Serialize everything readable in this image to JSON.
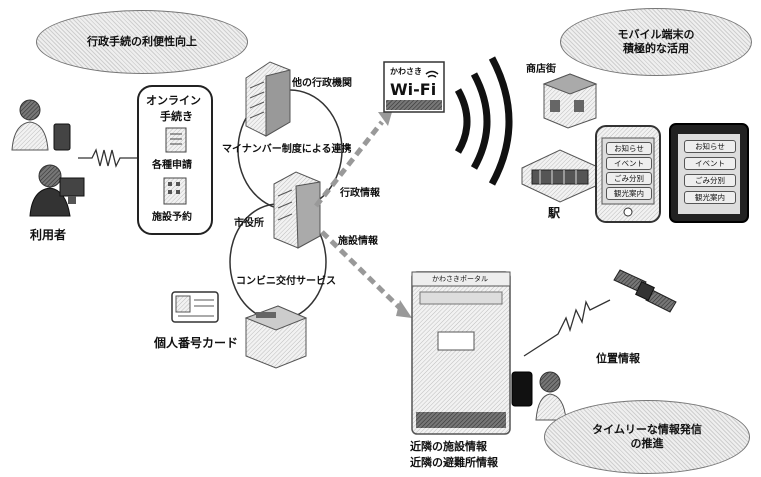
{
  "bubbles": {
    "convenience": "行政手続の利便性向上",
    "mobile_line1": "モバイル端末の",
    "mobile_line2": "積極的な活用",
    "timely_line1": "タイムリーな情報発信",
    "timely_line2": "の推進"
  },
  "online": {
    "title_line1": "オンライン",
    "title_line2": "手続き",
    "item1": "各種申請",
    "item2": "施設予約"
  },
  "labels": {
    "user": "利用者",
    "other_agency": "他の行政機関",
    "mynumber_link": "マイナンバー制度による連携",
    "city_hall": "市役所",
    "convenience_service": "コンビニ交付サービス",
    "my_number_card": "個人番号カード",
    "admin_info": "行政情報",
    "facility_info": "施設情報",
    "shopping_street": "商店街",
    "station": "駅",
    "location_info": "位置情報",
    "nearby_facility": "近隣の施設情報",
    "nearby_shelter": "近隣の避難所情報"
  },
  "wifi": {
    "top": "かわさき",
    "main": "Wi-Fi"
  },
  "phone_buttons": [
    "お知らせ",
    "イベント",
    "ごみ分別",
    "観光案内"
  ],
  "tablet_buttons": [
    "お知らせ",
    "イベント",
    "ごみ分別",
    "観光案内"
  ],
  "portal_title": "かわさきポータル"
}
